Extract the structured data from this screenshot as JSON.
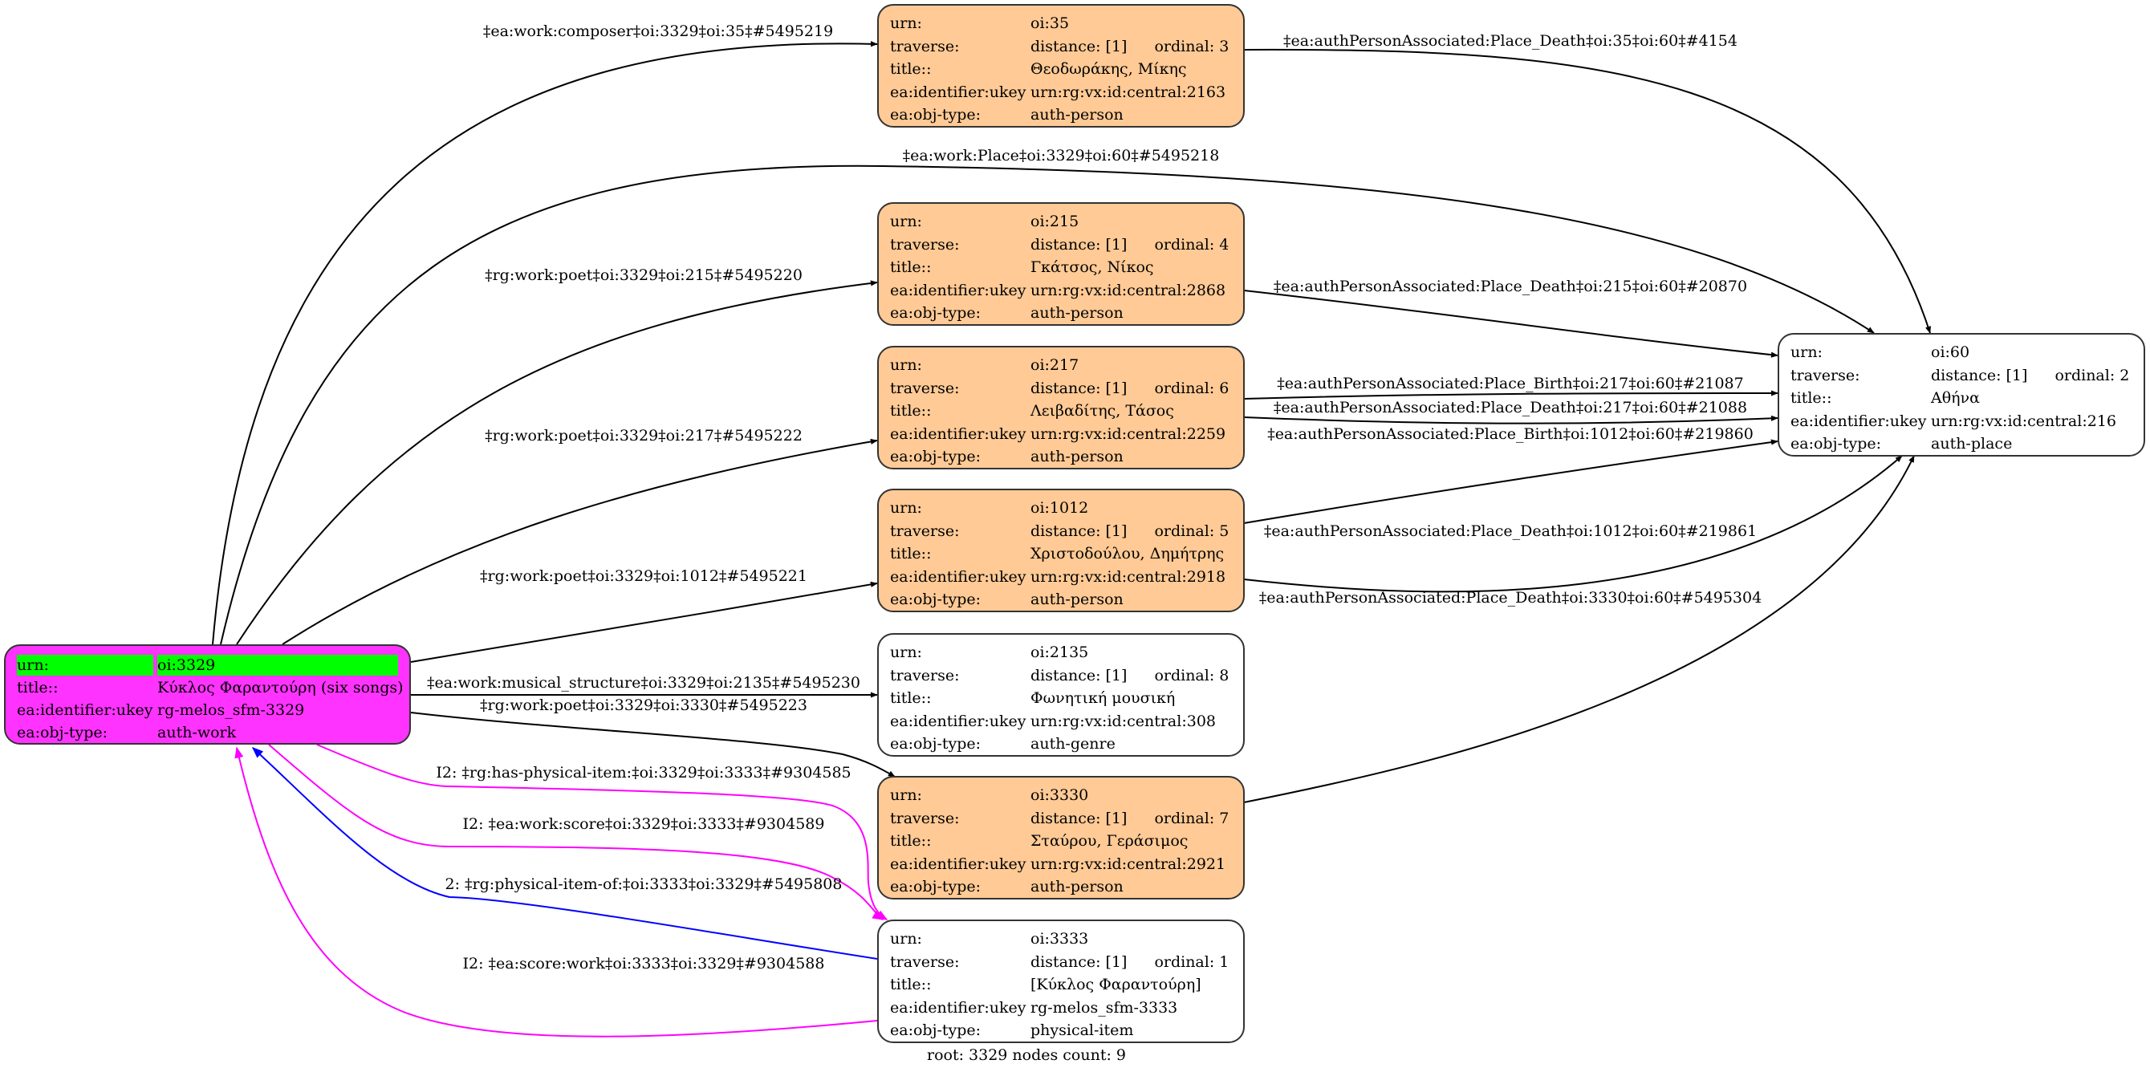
{
  "graph": {
    "footer": "root: 3329 nodes count: 9",
    "colors": {
      "root_fill": "#ff33ff",
      "root_highlight": "#00ff00",
      "person_fill": "#ffca95",
      "plain_fill": "#ffffff",
      "edge_default": "#000000",
      "edge_magenta": "#ff00ff",
      "edge_blue": "#0000ff"
    },
    "root": {
      "urn_label": "urn:",
      "urn": "oi:3329",
      "title_label": "title::",
      "title": "Κύκλος Φαραντούρη (six songs)",
      "ukey_label": "ea:identifier:ukey",
      "ukey": "rg-melos_sfm-3329",
      "type_label": "ea:obj-type:",
      "type": "auth-work"
    },
    "nodes": {
      "n35": {
        "urn": "oi:35",
        "distance": "distance: [1]",
        "ordinal": "ordinal: 3",
        "title": "Θεοδωράκης, Μίκης",
        "ukey": "urn:rg:vx:id:central:2163",
        "type": "auth-person"
      },
      "n215": {
        "urn": "oi:215",
        "distance": "distance: [1]",
        "ordinal": "ordinal: 4",
        "title": "Γκάτσος, Νίκος",
        "ukey": "urn:rg:vx:id:central:2868",
        "type": "auth-person"
      },
      "n217": {
        "urn": "oi:217",
        "distance": "distance: [1]",
        "ordinal": "ordinal: 6",
        "title": "Λειβαδίτης, Τάσος",
        "ukey": "urn:rg:vx:id:central:2259",
        "type": "auth-person"
      },
      "n1012": {
        "urn": "oi:1012",
        "distance": "distance: [1]",
        "ordinal": "ordinal: 5",
        "title": "Χριστοδούλου, Δημήτρης",
        "ukey": "urn:rg:vx:id:central:2918",
        "type": "auth-person"
      },
      "n2135": {
        "urn": "oi:2135",
        "distance": "distance: [1]",
        "ordinal": "ordinal: 8",
        "title": "Φωνητική μουσική",
        "ukey": "urn:rg:vx:id:central:308",
        "type": "auth-genre"
      },
      "n3330": {
        "urn": "oi:3330",
        "distance": "distance: [1]",
        "ordinal": "ordinal: 7",
        "title": "Σταύρου, Γεράσιμος",
        "ukey": "urn:rg:vx:id:central:2921",
        "type": "auth-person"
      },
      "n3333": {
        "urn": "oi:3333",
        "distance": "distance: [1]",
        "ordinal": "ordinal: 1",
        "title": "[Κύκλος Φαραντούρη]",
        "ukey": "rg-melos_sfm-3333",
        "type": "physical-item"
      },
      "n60": {
        "urn": "oi:60",
        "distance": "distance: [1]",
        "ordinal": "ordinal: 2",
        "title": "Αθήνα",
        "ukey": "urn:rg:vx:id:central:216",
        "type": "auth-place"
      }
    },
    "labels": {
      "urn": "urn:",
      "traverse": "traverse:",
      "title": "title::",
      "ukey": "ea:identifier:ukey",
      "type": "ea:obj-type:"
    },
    "edges": [
      {
        "id": "e1",
        "label": "‡ea:work:composer‡oi:3329‡oi:35‡#5495219",
        "from": "oi:3329",
        "to": "oi:35",
        "color": "black"
      },
      {
        "id": "e2",
        "label": "‡ea:work:Place‡oi:3329‡oi:60‡#5495218",
        "from": "oi:3329",
        "to": "oi:60",
        "color": "black"
      },
      {
        "id": "e3",
        "label": "‡rg:work:poet‡oi:3329‡oi:215‡#5495220",
        "from": "oi:3329",
        "to": "oi:215",
        "color": "black"
      },
      {
        "id": "e4",
        "label": "‡rg:work:poet‡oi:3329‡oi:217‡#5495222",
        "from": "oi:3329",
        "to": "oi:217",
        "color": "black"
      },
      {
        "id": "e5",
        "label": "‡rg:work:poet‡oi:3329‡oi:1012‡#5495221",
        "from": "oi:3329",
        "to": "oi:1012",
        "color": "black"
      },
      {
        "id": "e6",
        "label": "‡ea:work:musical_structure‡oi:3329‡oi:2135‡#5495230",
        "from": "oi:3329",
        "to": "oi:2135",
        "color": "black"
      },
      {
        "id": "e7",
        "label": "‡rg:work:poet‡oi:3329‡oi:3330‡#5495223",
        "from": "oi:3329",
        "to": "oi:3330",
        "color": "black"
      },
      {
        "id": "e8",
        "label": "I2: ‡rg:has-physical-item:‡oi:3329‡oi:3333‡#9304585",
        "from": "oi:3329",
        "to": "oi:3333",
        "color": "magenta"
      },
      {
        "id": "e9",
        "label": "I2: ‡ea:work:score‡oi:3329‡oi:3333‡#9304589",
        "from": "oi:3329",
        "to": "oi:3333",
        "color": "magenta"
      },
      {
        "id": "e10",
        "label": "2: ‡rg:physical-item-of:‡oi:3333‡oi:3329‡#5495808",
        "from": "oi:3333",
        "to": "oi:3329",
        "color": "blue"
      },
      {
        "id": "e11",
        "label": "I2: ‡ea:score:work‡oi:3333‡oi:3329‡#9304588",
        "from": "oi:3333",
        "to": "oi:3329",
        "color": "magenta"
      },
      {
        "id": "e12",
        "label": "‡ea:authPersonAssociated:Place_Death‡oi:35‡oi:60‡#4154",
        "from": "oi:35",
        "to": "oi:60",
        "color": "black"
      },
      {
        "id": "e13",
        "label": "‡ea:authPersonAssociated:Place_Death‡oi:215‡oi:60‡#20870",
        "from": "oi:215",
        "to": "oi:60",
        "color": "black"
      },
      {
        "id": "e14",
        "label": "‡ea:authPersonAssociated:Place_Birth‡oi:217‡oi:60‡#21087",
        "from": "oi:217",
        "to": "oi:60",
        "color": "black"
      },
      {
        "id": "e15",
        "label": "‡ea:authPersonAssociated:Place_Death‡oi:217‡oi:60‡#21088",
        "from": "oi:217",
        "to": "oi:60",
        "color": "black"
      },
      {
        "id": "e16",
        "label": "‡ea:authPersonAssociated:Place_Birth‡oi:1012‡oi:60‡#219860",
        "from": "oi:1012",
        "to": "oi:60",
        "color": "black"
      },
      {
        "id": "e17",
        "label": "‡ea:authPersonAssociated:Place_Death‡oi:1012‡oi:60‡#219861",
        "from": "oi:1012",
        "to": "oi:60",
        "color": "black"
      },
      {
        "id": "e18",
        "label": "‡ea:authPersonAssociated:Place_Death‡oi:3330‡oi:60‡#5495304",
        "from": "oi:3330",
        "to": "oi:60",
        "color": "black"
      }
    ]
  }
}
